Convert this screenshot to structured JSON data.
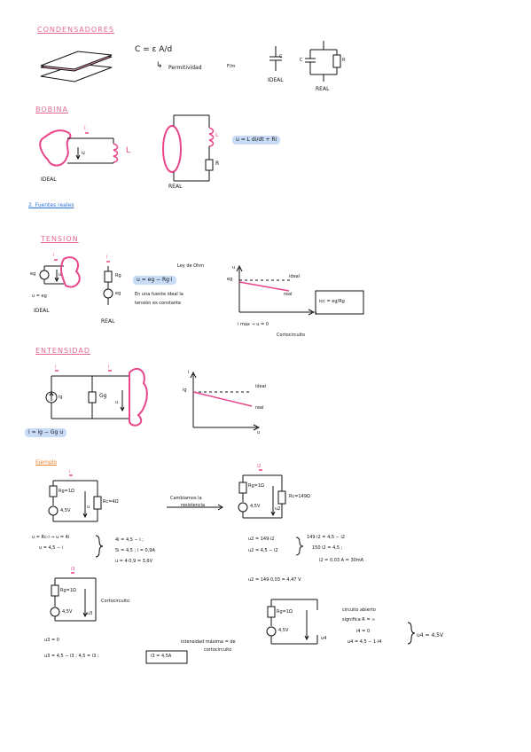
{
  "sections": {
    "condensadores": {
      "title": "CONDENSADORES",
      "formula": "C = ε A/d",
      "permitividad": "Permitividad",
      "units": "F/m",
      "cap_label": "C",
      "r_label": "R",
      "ideal": "IDEAL",
      "real": "REAL"
    },
    "bobina": {
      "title": "BOBINA",
      "current": "i",
      "voltage": "u",
      "l_label": "L",
      "r_label": "R",
      "ideal": "IDEAL",
      "real": "REAL",
      "formula": "u = L di/dt + Ri"
    },
    "fuentes": {
      "title": "2. Fuentes reales"
    },
    "tension": {
      "title": "TENSION",
      "eg": "eg",
      "u": "u",
      "i": "i",
      "u_eq": "u = eg",
      "ideal": "IDEAL",
      "rg": "Rg",
      "real": "REAL",
      "ley_ohm": "Ley de Ohm",
      "formula": "u = eg − Rg·i",
      "note_1": "En una fuente ideal la",
      "note_2": "tensión es constante",
      "graph_u": "u",
      "graph_eg": "eg",
      "graph_i": "i",
      "graph_ideal": "ideal",
      "graph_real": "real",
      "imax": "i max → u = 0",
      "cortocircuito": "Cortocircuito",
      "icc": "icc = eg/Rg"
    },
    "intensidad": {
      "title": "ENTENSIDAD",
      "ig": "ig",
      "i": "i",
      "gg": "Gg",
      "u": "u",
      "graph_i": "i",
      "graph_ig": "ig",
      "graph_u": "u",
      "graph_ideal": "ideal",
      "graph_real": "real",
      "formula": "i = ig − Gg u"
    },
    "ejemplo": {
      "title": "Ejemplo",
      "c1_i": "i",
      "c1_rg": "Rg=1Ω",
      "c1_v": "4,5V",
      "c1_u": "u",
      "c1_r": "Rc=4Ω",
      "cambiamos": "Cambiamos la",
      "resistencia": "resistencia",
      "c2_i": "i2",
      "c2_rg": "Rg=1Ω",
      "c2_v": "4,5V",
      "c2_u": "u2",
      "c2_r": "Rc=149Ω",
      "eq1_1": "u = Rc·i ⇒ u = 4i",
      "eq1_2": "u = 4,5 − i",
      "eq2_1": "4i = 4,5 − i ;",
      "eq2_2": "5i = 4,5 ;  i = 0,9A",
      "eq2_3": "u = 4·0,9 = 3,6V",
      "eq3_1": "u2 = 149·i2",
      "eq3_2": "u2 = 4,5 − i2",
      "eq4_1": "149 i2 = 4,5 − i2",
      "eq4_2": "150 i2 = 4,5 ;",
      "eq4_3": "i2 = 0,03 A = 30mA",
      "eq5": "u2 = 149·0,03 = 4,47 V",
      "c3_i": "i3",
      "c3_rg": "Rg=1Ω",
      "c3_v": "4,5V",
      "c3_u": "u3",
      "cortocircuito": "Cortocircuito",
      "c4_rg": "Rg=1Ω",
      "c4_v": "4,5V",
      "c4_u": "u4",
      "circuito_abierto": "circuito abierto",
      "significa": "significa  R = ∞",
      "i4": "i4 = 0",
      "u4_eq": "u4 = 4,5 − 1·i4",
      "u4_res": "u4 = 4,5V",
      "u3_eq": "u3 = 0",
      "i3_eq": "u3 = 4,5 − i3  ;  4,5 = i3 ;",
      "i3_res": "i3 = 4,5A",
      "intensidad_max_1": "intensidad máxima = de",
      "intensidad_max_2": "cortocircuito"
    }
  }
}
